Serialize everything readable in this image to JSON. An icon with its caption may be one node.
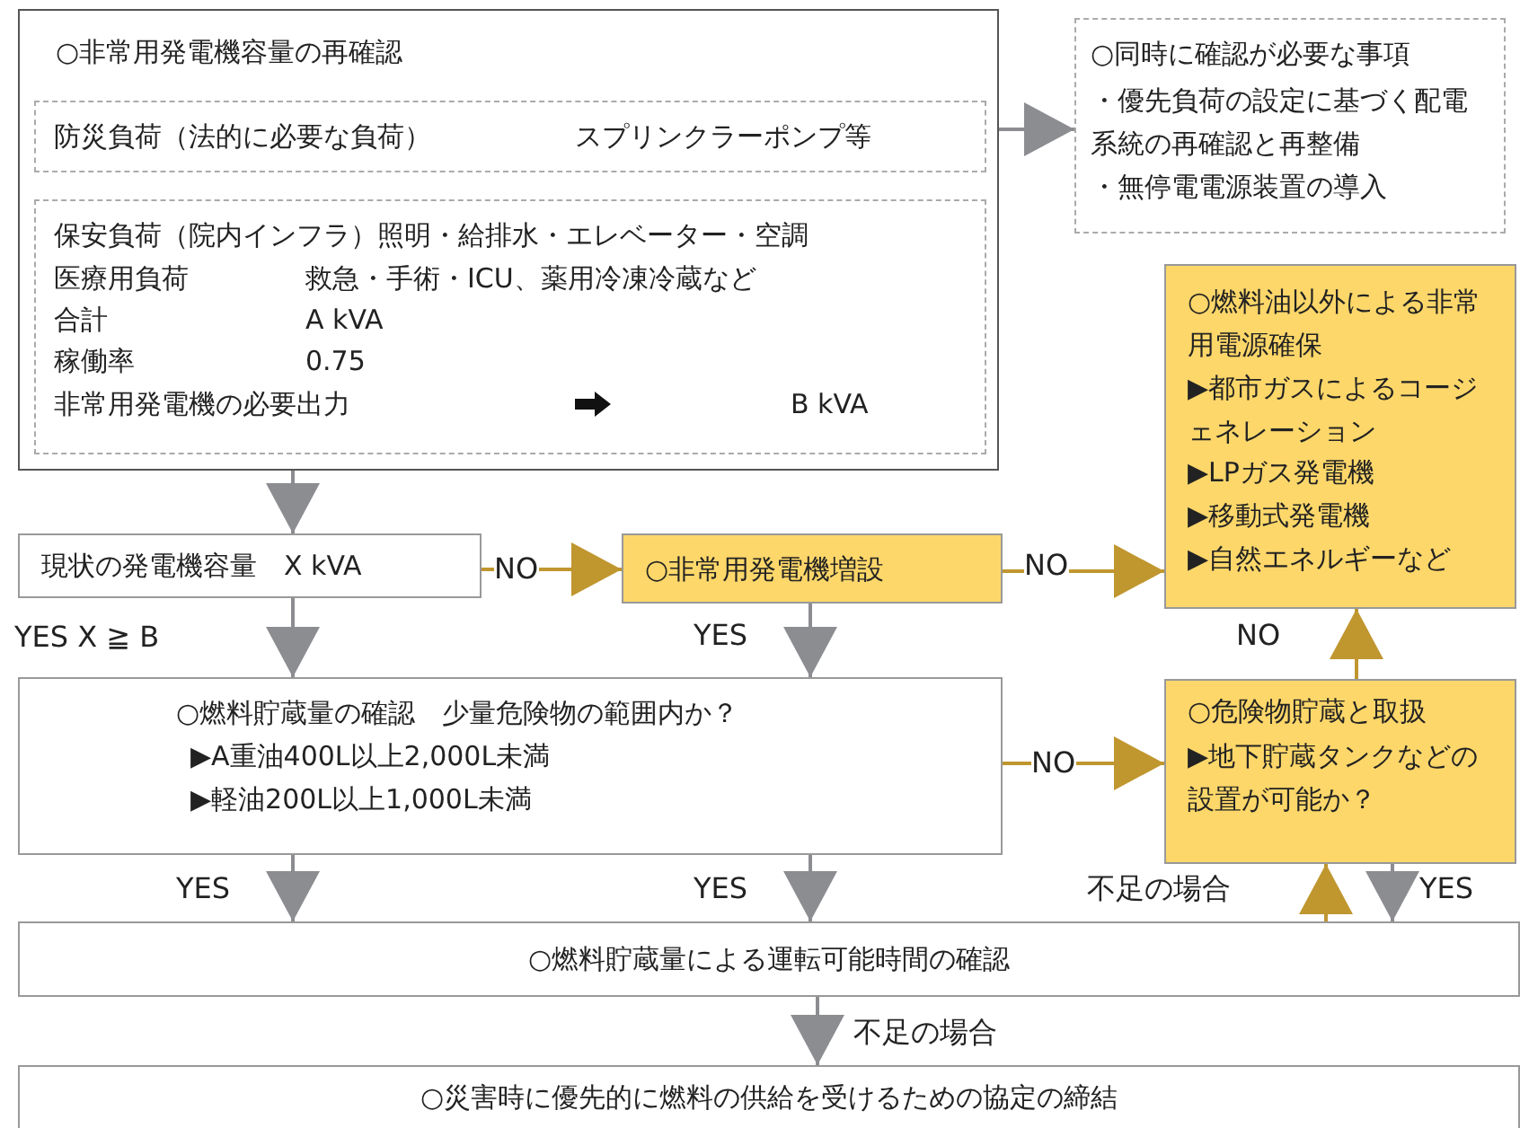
{
  "diagram": {
    "nodes": [
      {
        "text": [
          "○非常用発電機容量の再確認"
        ]
      },
      {
        "text": [
          "防災負荷（法的に必要な負荷）",
          "スプリンクラーポンプ等"
        ],
        "in": 0
      },
      {
        "text": [
          "保安負荷（院内インフラ）照明・給排水・エレベーター・空調",
          "医療用負荷",
          "救急・手術・ICU、薬用冷凍冷蔵など",
          "合計",
          "A kVA",
          "稼働率",
          "0.75",
          "非常用発電機の必要出力",
          "B kVA"
        ],
        "in": 0
      },
      {
        "text": [
          "○同時に確認が必要な事項",
          "・優先負荷の設定に基づく配電系統の再確認と再整備",
          "・無停電電源装置の導入"
        ]
      },
      {
        "text": [
          "現状の発電機容量　X kVA"
        ]
      },
      {
        "text": [
          "○非常用発電機増設"
        ]
      },
      {
        "text": [
          "○燃料油以外による非常用電源確保",
          "▶都市ガスによるコージェネレーション",
          "▶LPガス発電機",
          "▶移動式発電機",
          "▶自然エネルギーなど"
        ]
      },
      {
        "text": [
          "○燃料貯蔵量の確認　少量危険物の範囲内か？",
          "▶A重油400L以上2,000L未満",
          "▶軽油200L以上1,000L未満"
        ]
      },
      {
        "text": [
          "○危険物貯蔵と取扱",
          "▶地下貯蔵タンクなどの設置が可能か？"
        ]
      },
      {
        "text": [
          "○燃料貯蔵量による運転可能時間の確認"
        ]
      },
      {
        "text": [
          "○災害時に優先的に燃料の供給を受けるための協定の締結"
        ]
      }
    ],
    "edges": [
      {
        "from": 0,
        "to": 4,
        "arrow": "to"
      },
      {
        "from": 0,
        "to": 3,
        "arrow": "to"
      },
      {
        "from": 4,
        "to": 5,
        "arrow": "to",
        "label": "NO",
        "color": "#c0962f"
      },
      {
        "from": 5,
        "to": 6,
        "arrow": "to",
        "label": "NO",
        "color": "#c0962f"
      },
      {
        "from": 4,
        "to": 7,
        "arrow": "to",
        "label": "YES  X ≧ B"
      },
      {
        "from": 5,
        "to": 7,
        "arrow": "to",
        "label": "YES"
      },
      {
        "from": 7,
        "to": 8,
        "arrow": "to",
        "label": "NO",
        "color": "#c0962f"
      },
      {
        "from": 8,
        "to": 6,
        "arrow": "to",
        "label": "NO",
        "color": "#c0962f"
      },
      {
        "from": 7,
        "to": 9,
        "arrow": "to",
        "label": "YES"
      },
      {
        "from": 7,
        "to": 9,
        "arrow": "to",
        "label": "YES"
      },
      {
        "from": 9,
        "to": 8,
        "arrow": "to",
        "label": "不足の場合",
        "color": "#c0962f"
      },
      {
        "from": 8,
        "to": 9,
        "arrow": "to",
        "label": "YES"
      },
      {
        "from": 9,
        "to": 10,
        "arrow": "to",
        "label": "不足の場合"
      }
    ]
  }
}
